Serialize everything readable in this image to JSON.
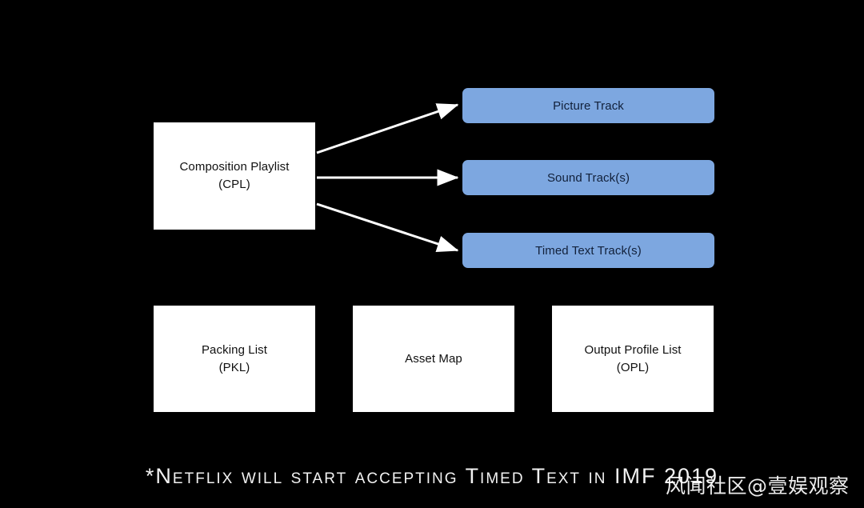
{
  "diagram": {
    "background_color": "#000000",
    "source_node": {
      "id": "cpl",
      "label": "Composition Playlist\n(CPL)",
      "fill": "#ffffff",
      "text_color": "#101010"
    },
    "track_nodes": [
      {
        "id": "picture-track",
        "label": "Picture Track",
        "fill": "#7da7e0",
        "text_color": "#11203a"
      },
      {
        "id": "sound-track",
        "label": "Sound Track(s)",
        "fill": "#7da7e0",
        "text_color": "#11203a"
      },
      {
        "id": "timed-text-track",
        "label": "Timed Text Track(s)",
        "fill": "#7da7e0",
        "text_color": "#11203a"
      }
    ],
    "bottom_nodes": [
      {
        "id": "pkl",
        "label": "Packing List\n(PKL)",
        "fill": "#ffffff",
        "text_color": "#101010"
      },
      {
        "id": "asset",
        "label": "Asset Map",
        "fill": "#ffffff",
        "text_color": "#101010"
      },
      {
        "id": "opl",
        "label": "Output Profile List\n(OPL)",
        "fill": "#ffffff",
        "text_color": "#101010"
      }
    ],
    "arrows": [
      {
        "id": "cpl-to-picture-track",
        "from": "cpl",
        "to": "picture-track",
        "color": "#ffffff"
      },
      {
        "id": "cpl-to-sound-track",
        "from": "cpl",
        "to": "sound-track",
        "color": "#ffffff"
      },
      {
        "id": "cpl-to-timed-text-track",
        "from": "cpl",
        "to": "timed-text-track",
        "color": "#ffffff"
      }
    ]
  },
  "caption": {
    "text": "*Netflix will start accepting Timed Text in IMF 2019",
    "color": "#f2f2f2"
  },
  "watermark": {
    "text": "风闻社区@壹娱观察",
    "color": "#ffffff"
  }
}
